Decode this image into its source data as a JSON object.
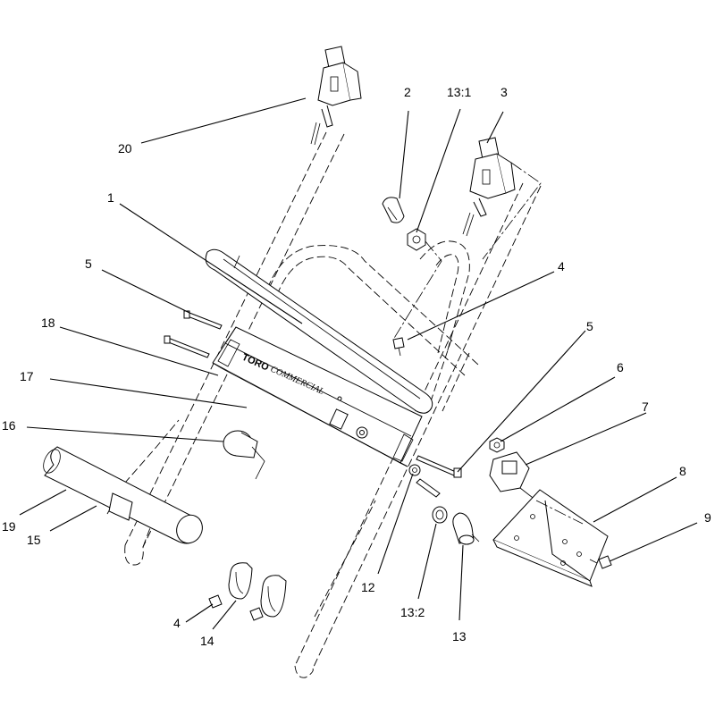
{
  "diagram": {
    "logo_text": "TORO",
    "brand_text": "COMMERCIAL",
    "callouts": {
      "c1": "1",
      "c2": "2",
      "c3": "3",
      "c4a": "4",
      "c4b": "4",
      "c5a": "5",
      "c5b": "5",
      "c6": "6",
      "c7": "7",
      "c8": "8",
      "c9": "9",
      "c12": "12",
      "c13": "13",
      "c13_1": "13:1",
      "c13_2": "13:2",
      "c14": "14",
      "c15": "15",
      "c16": "16",
      "c17": "17",
      "c18": "18",
      "c19": "19",
      "c20": "20"
    }
  }
}
